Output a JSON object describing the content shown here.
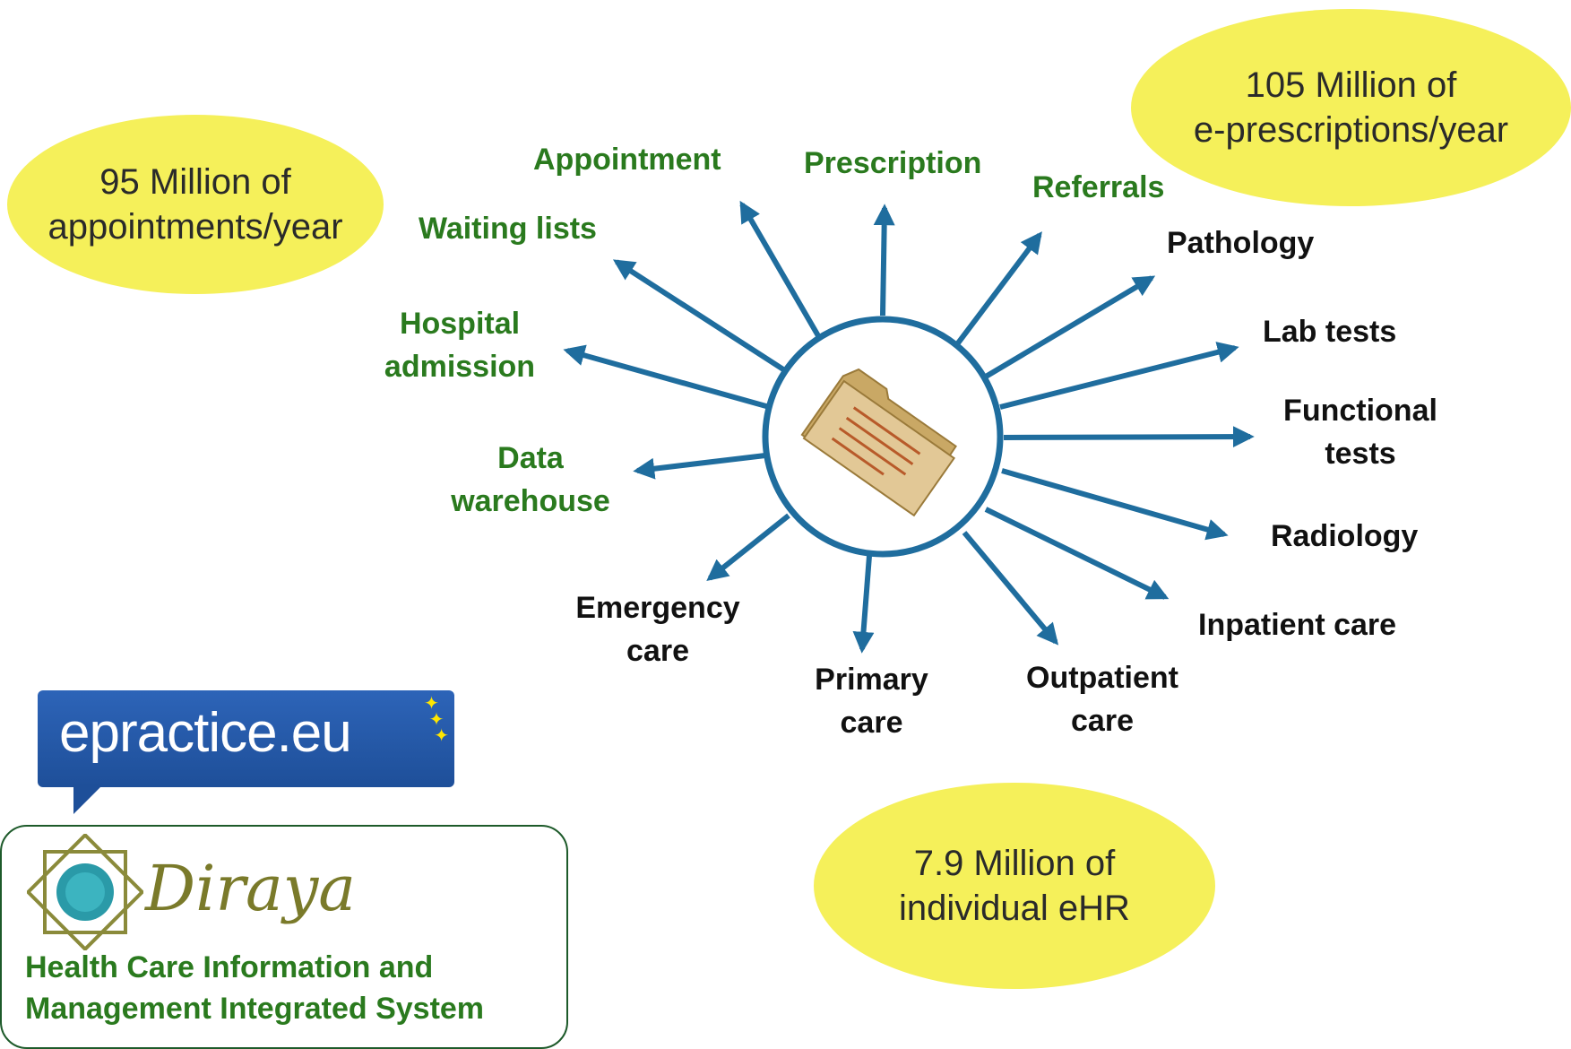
{
  "bubbles": {
    "appointments": "95 Million of\nappointments/year",
    "prescriptions": "105 Million of\ne-prescriptions/year",
    "ehr": "7.9 Million of\nindividual eHR"
  },
  "labels": {
    "appointment": "Appointment",
    "prescription": "Prescription",
    "referrals": "Referrals",
    "waiting_lists": "Waiting lists",
    "hospital_admission": "Hospital\nadmission",
    "data_warehouse": "Data\nwarehouse",
    "pathology": "Pathology",
    "lab_tests": "Lab tests",
    "functional_tests": "Functional\ntests",
    "radiology": "Radiology",
    "inpatient_care": "Inpatient care",
    "outpatient_care": "Outpatient\ncare",
    "primary_care": "Primary\ncare",
    "emergency_care": "Emergency\ncare"
  },
  "logos": {
    "epractice": "epractice.eu",
    "diraya": "Diraya",
    "diraya_subtitle": "Health Care Information and\nManagement Integrated System"
  },
  "colors": {
    "green_label": "#2a7a1e",
    "black_label": "#111111",
    "arrow": "#1f6d9e",
    "bubble": "#f5f05a",
    "folder": "#d9b97a"
  },
  "icons": {
    "center": "folder-icon"
  }
}
